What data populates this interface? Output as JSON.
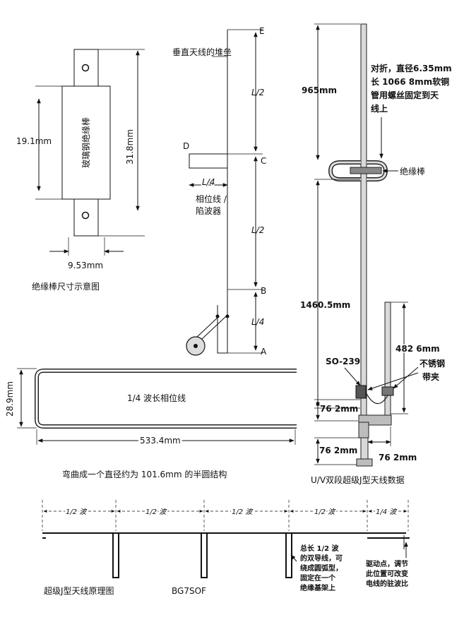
{
  "insulator": {
    "dim_width_left": "19.1mm",
    "dim_height_right": "31.8mm",
    "dim_width_bottom": "9.53mm",
    "material_label": "玻璃钢绝缘棒",
    "caption": "绝缘棒尺寸示意图"
  },
  "vertical_diagram": {
    "base_label": "垂直天线的堆垒",
    "point_e": "E",
    "point_d": "D",
    "point_c": "C",
    "point_b": "B",
    "point_a": "A",
    "half_wave_upper": "L/2",
    "half_wave_lower": "L/2",
    "quarter_stub": "L/4",
    "quarter_bottom": "L/4",
    "stub_label_line1": "相位线 /",
    "stub_label_line2": "陷波器"
  },
  "phase_line": {
    "label": "1/4 波长相位线",
    "dim_height": "28.9mm",
    "dim_length": "533.4mm",
    "caption": "弯曲成一个直径约为 101.6mm 的半圆结构"
  },
  "antenna_data": {
    "top_length": "965mm",
    "note_line1": "对折，直径6.35mm，",
    "note_line2": "长 1066 8mm软铜",
    "note_line3": "管用螺丝固定到天",
    "note_line4": "线上",
    "insulator_label": "绝缘棒",
    "mid_length": "1460.5mm",
    "stub_length": "482 6mm",
    "connector": "SO-239",
    "clamp_line1": "不锈钢",
    "clamp_line2": "带夹",
    "dim_762_a": "76 2mm",
    "dim_762_b": "76 2mm",
    "dim_762_c": "76 2mm",
    "caption": "U/V双段超级J型天线数据"
  },
  "principle": {
    "seg1": "1/2 波",
    "seg2": "1/2 波",
    "seg3": "1/2 波",
    "seg4": "1/2 波",
    "seg5": "1/4 波",
    "note_line1": "总长 1/2 波",
    "note_line2": "的双导线，可",
    "note_line3": "绕成圆弧型，",
    "note_line4": "固定在一个",
    "note_line5": "绝缘基架上",
    "feed_line1": "驱动点，调节",
    "feed_line2": "此位置可改变",
    "feed_line3": "电线的驻波比",
    "caption": "超级J型天线原理图",
    "author": "BG7SOF"
  }
}
